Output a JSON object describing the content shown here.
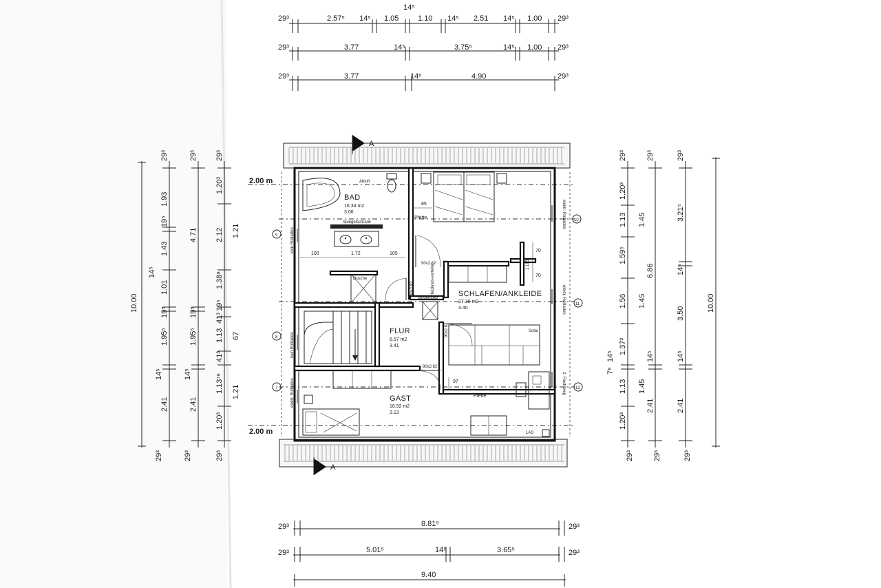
{
  "rooms": {
    "bad": {
      "name": "BAD",
      "area": "16.34 m2",
      "perimeter": "3.06"
    },
    "schlafen": {
      "name": "SCHLAFEN/ANKLEIDE",
      "area": "27.30 m2",
      "perimeter": "3.40"
    },
    "flur": {
      "name": "FLUR",
      "area": "6.57 m2",
      "perimeter": "3.41"
    },
    "gast": {
      "name": "GAST",
      "area": "18.92 m2",
      "perimeter": "3.13"
    }
  },
  "level_labels": {
    "upper": "2.00 m",
    "lower": "2.00 m"
  },
  "labels": {
    "pfette_top": "Pfette",
    "pfette_bottom": "Pfette",
    "solar": "Solar",
    "las": "LAS",
    "abluft": "Abluft",
    "spiegelschrank": "Spiegelschrank",
    "dusche": "Dusche",
    "bodenluke": "Bodenluke",
    "heizung": "Heizkreis-verteiler",
    "rollladen_left_top": "kein Rollladen",
    "rollladen_left_mid": "kein Rollladen",
    "rollladen_left_bot": "elektr. Rollladen",
    "rollladen_right_top": "elektr. Rollladen",
    "rollladen_right_mid": "elektr. Rollladen",
    "fluchtweg": "2. Fluchtweg",
    "opening_1": "90x2.82",
    "opening_2": "90x2.82",
    "opening_3": "90x2.82",
    "opening_4": "90x2.82",
    "inner_85": "85",
    "inner_100": "100",
    "inner_172": "1.72",
    "inner_105": "105",
    "inner_70a": "70",
    "inner_70b": "70",
    "inner_97": "97",
    "inner_1185": "1.185"
  },
  "markers": {
    "m7": "7",
    "m8": "8",
    "m9": "9",
    "m10": "10",
    "m11": "11",
    "m12": "12"
  },
  "section_labels": {
    "top": "A",
    "bottom": "A"
  },
  "top_dims": {
    "row1": {
      "a": "29³",
      "b": "2.57⁵",
      "c": "14⁵",
      "d": "1.05",
      "e": "14⁵",
      "f": "1.10",
      "g": "14⁵",
      "h": "2.51",
      "i": "14⁵",
      "j": "1.00",
      "k": "29³"
    },
    "row2": {
      "a": "29³",
      "b": "3.77",
      "c": "14⁵",
      "d": "3.75⁵",
      "e": "14⁵",
      "f": "1.00",
      "g": "29³"
    },
    "row3": {
      "a": "29³",
      "b": "3.77",
      "c": "14⁵",
      "d": "4.90",
      "e": "29³"
    }
  },
  "bottom_dims": {
    "row1": {
      "a": "29³",
      "b": "8.81⁵",
      "c": "29³"
    },
    "row2": {
      "a": "29³",
      "b": "5.01⁵",
      "c": "14⁵",
      "d": "3.65⁵",
      "e": "29³"
    },
    "row3": {
      "a": "9.40"
    }
  },
  "left_dims": {
    "c1": {
      "a": "10.00"
    },
    "c2": {
      "a": "29³",
      "b": "1.93",
      "c": "19⁵",
      "d": "1.43",
      "e": "14⁵",
      "f": "1.01",
      "g": "19⁵",
      "h": "1.95⁵",
      "i": "14⁵",
      "j": "2.41",
      "k": "29³"
    },
    "c3": {
      "a": "29³",
      "b": "4.71",
      "c": "19⁵",
      "d": "1.95⁵",
      "e": "14⁵",
      "f": "2.41",
      "g": "29³"
    },
    "c4": {
      "a": "29³",
      "b": "1.20³",
      "c": "2.12",
      "d": "1.38⁸",
      "e": "19⁵",
      "f": "41³",
      "g": "1.13",
      "h": "41³",
      "i": "1.13⁷⁸",
      "j": "1.20³",
      "k": "29³"
    },
    "c5": {
      "a": "1.21",
      "b": "67",
      "c": "1.21"
    }
  },
  "right_dims": {
    "c1": {
      "a": "29³",
      "b": "1.20³",
      "c": "1.13",
      "d": "1.59⁵",
      "e": "1.56",
      "f": "1.37³",
      "g": "14⁵",
      "h": "7⁸",
      "i": "1.13",
      "j": "1.20³",
      "k": "29³"
    },
    "c2": {
      "a": "29³",
      "b": "1.45",
      "c": "6.86",
      "d": "1.45",
      "e": "14⁵",
      "f": "1.45",
      "g": "2.41",
      "h": "29³"
    },
    "c3": {
      "a": "29³",
      "b": "3.21⁵",
      "c": "14⁵",
      "d": "3.50",
      "e": "14⁵",
      "f": "2.41",
      "g": "29³"
    },
    "c4": {
      "a": "10.00"
    }
  }
}
